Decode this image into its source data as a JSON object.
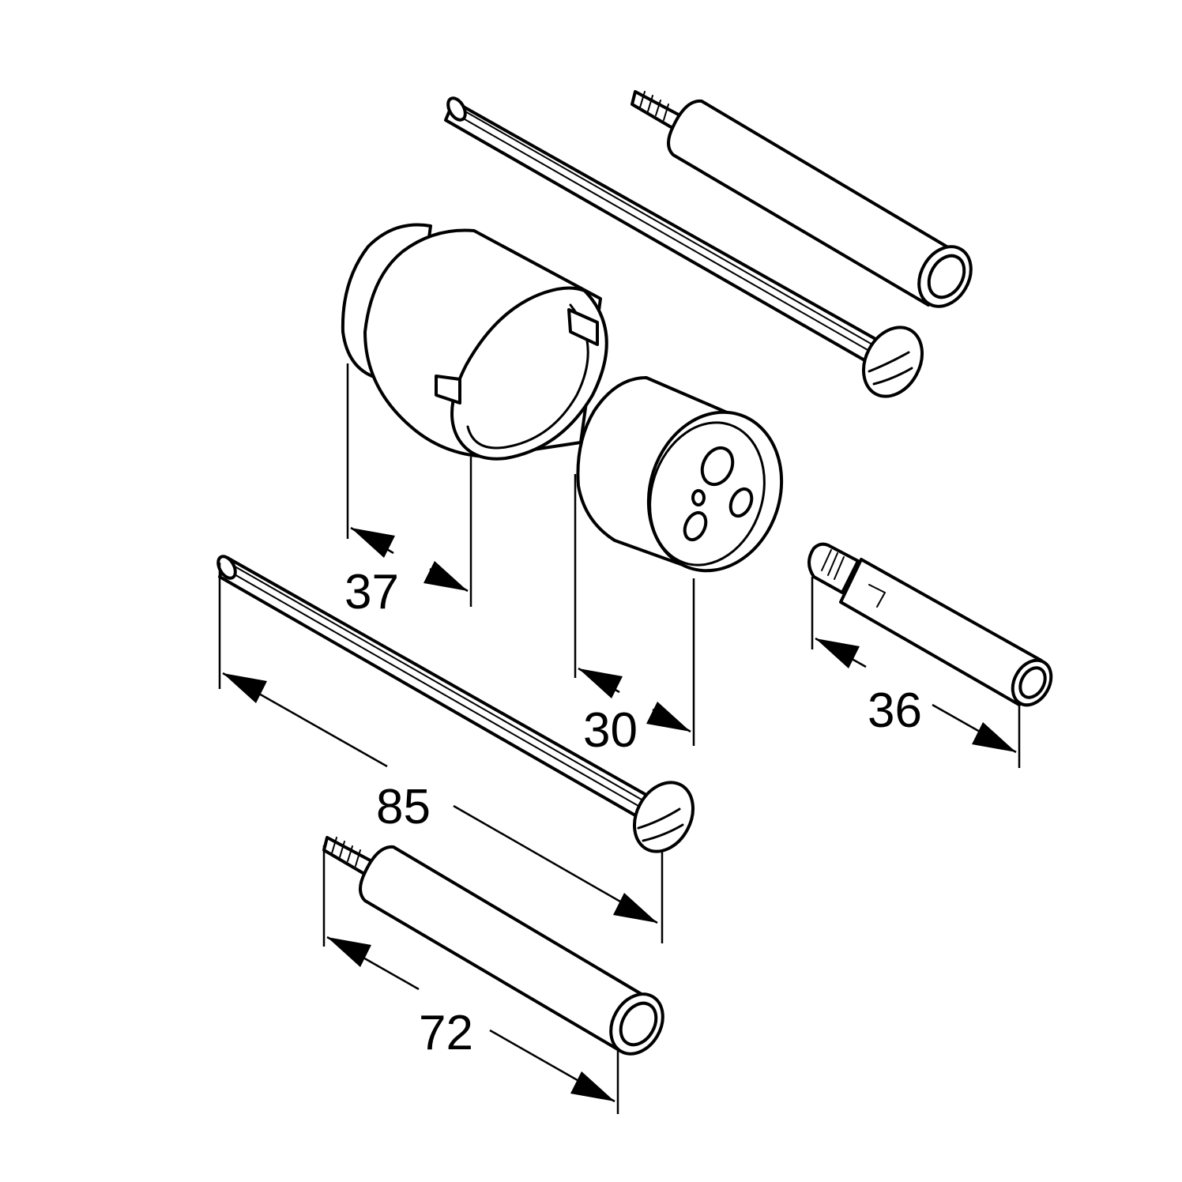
{
  "colors": {
    "line": "#000000",
    "background": "#ffffff"
  },
  "dimensions": {
    "sleeve": "37",
    "cap": "30",
    "long_rod": "85",
    "short_extension": "36",
    "extension": "72"
  }
}
